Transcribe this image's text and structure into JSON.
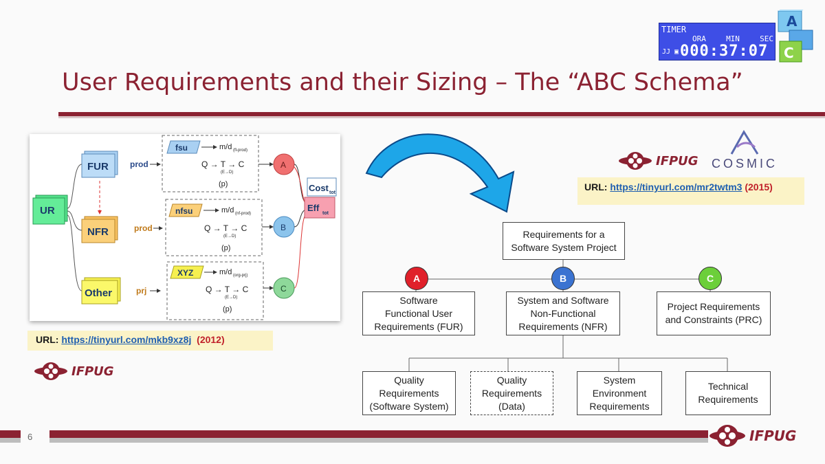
{
  "title": "User Requirements and their Sizing – The “ABC Schema”",
  "timer": {
    "label": "TIMER",
    "col_ora": "ORA",
    "col_min": "MIN",
    "col_sec": "SEC",
    "hours": "000",
    "minutes": "37",
    "seconds": "07",
    "icons": "JJ ▣"
  },
  "left_diagram": {
    "ur": "UR",
    "fur": "FUR",
    "nfr": "NFR",
    "other": "Other",
    "prod1": "prod",
    "prod2": "prod",
    "prj": "prj",
    "fsu": "fsu",
    "nfsu": "nfsu",
    "xyz": "XYZ",
    "md1": "m/d",
    "md1_sub": "(fl-prod)",
    "md2": "m/d",
    "md2_sub": "(nf-prod)",
    "md3": "m/d",
    "md3_sub": "(org-prj)",
    "qtc": "Q → T → C",
    "ed": "(E→D)",
    "p": "(p)",
    "a": "A",
    "b": "B",
    "c": "C",
    "cost": "Cost",
    "cost_sub": "tot",
    "eff": "Eff",
    "eff_sub": "tot"
  },
  "url_left": {
    "label": "URL:",
    "link": "https://tinyurl.com/mkb9xz8j",
    "year": "(2012)"
  },
  "url_right": {
    "label": "URL:",
    "link": "https://tinyurl.com/mr2twtm3",
    "year": "(2015)"
  },
  "logos": {
    "ifpug": "IFPUG",
    "cosmic": "COSMIC"
  },
  "org": {
    "root_l1": "Requirements for a",
    "root_l2": "Software System Project",
    "a": "A",
    "b": "B",
    "c": "C",
    "fur_l1": "Software",
    "fur_l2": "Functional User",
    "fur_l3": "Requirements (FUR)",
    "nfr_l1": "System and Software",
    "nfr_l2": "Non-Functional",
    "nfr_l3": "Requirements (NFR)",
    "prc_l1": "Project Requirements",
    "prc_l2": "and Constraints (PRC)",
    "q1_l1": "Quality",
    "q1_l2": "Requirements",
    "q1_l3": "(Software System)",
    "q2_l1": "Quality",
    "q2_l2": "Requirements",
    "q2_l3": "(Data)",
    "se_l1": "System",
    "se_l2": "Environment",
    "se_l3": "Requirements",
    "tr_l1": "Technical",
    "tr_l2": "Requirements"
  },
  "colors": {
    "brand": "#8b2232",
    "circle_a": "#e0202a",
    "circle_b": "#3b73d1",
    "circle_c": "#6ccf3a"
  },
  "page_number": "6"
}
